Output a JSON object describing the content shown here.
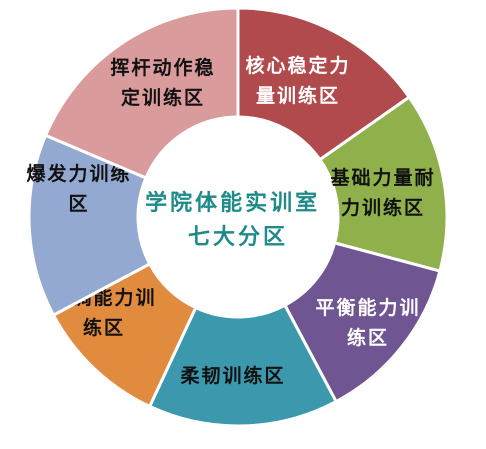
{
  "center": {
    "lines": [
      "学院体能实训室",
      "七大分区"
    ],
    "color": "#1f8a8a"
  },
  "segments": [
    {
      "lines": [
        "核心稳定力",
        "量训练区"
      ],
      "color": "#b14a4c",
      "text_color": "#ffffff"
    },
    {
      "lines": [
        "基础力量耐",
        "力训练区"
      ],
      "color": "#8fb04a",
      "text_color": "#111111"
    },
    {
      "lines": [
        "平衡能力训",
        "练区"
      ],
      "color": "#6f5592",
      "text_color": "#ffffff"
    },
    {
      "lines": [
        "柔韧训练区"
      ],
      "color": "#3b98ad",
      "text_color": "#111111"
    },
    {
      "lines": [
        "协调能力训",
        "练区"
      ],
      "color": "#e08b3e",
      "text_color": "#111111"
    },
    {
      "lines": [
        "爆发力训练",
        "区"
      ],
      "color": "#93a9d1",
      "text_color": "#111111"
    },
    {
      "lines": [
        "挥杆动作稳",
        "定训练区"
      ],
      "color": "#d99b9c",
      "text_color": "#111111"
    }
  ]
}
